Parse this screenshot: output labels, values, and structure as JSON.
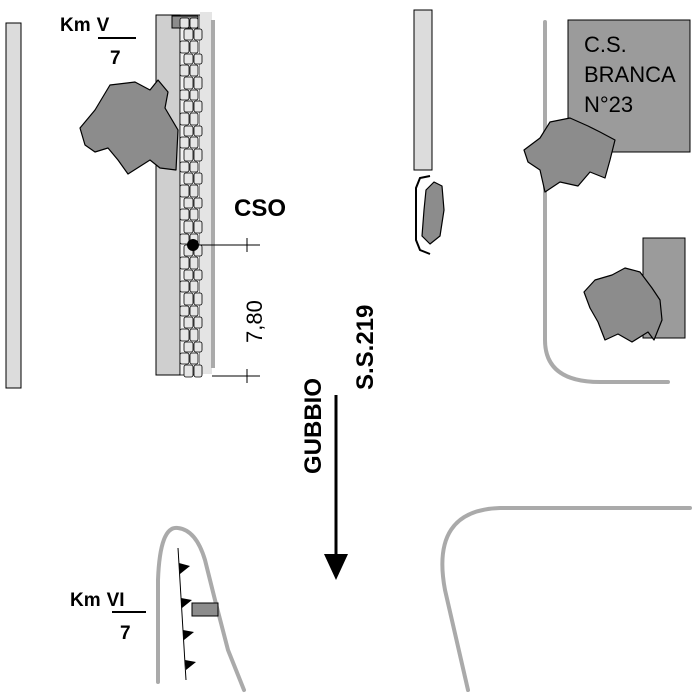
{
  "km_markers": [
    {
      "roman": "V",
      "prefix": "Km",
      "denominator": "7"
    },
    {
      "roman": "VI",
      "prefix": "Km",
      "denominator": "7"
    }
  ],
  "site_label": "CSO",
  "dimension_label": "7,80",
  "road_label": "S.S.219",
  "direction_label": "GUBBIO",
  "building": {
    "lines": [
      "C.S.",
      "BRANCA",
      "N°23"
    ]
  },
  "colors": {
    "building_fill": "#9b9b9b",
    "tree_fill": "#8c8c8c",
    "road_stroke": "#aaaaaa",
    "wall_fill": "#dcdcdc"
  }
}
